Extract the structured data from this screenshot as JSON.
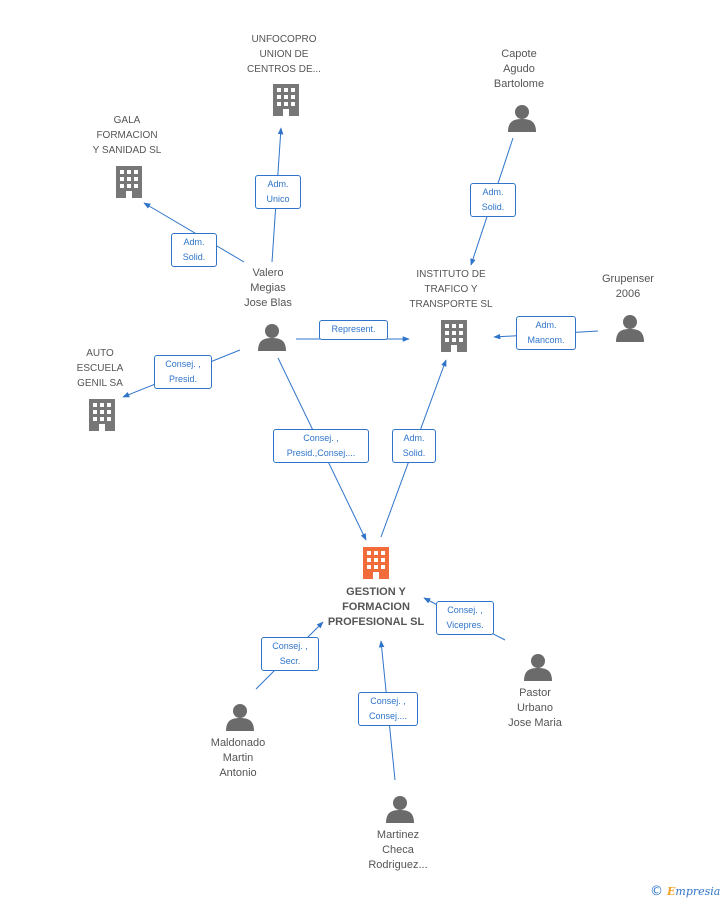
{
  "colors": {
    "edge": "#2f74c9",
    "company": "#777777",
    "main_company": "#f26b3a",
    "person": "#6b6b6b"
  },
  "nodes": {
    "gestion": {
      "label": "GESTION Y\nFORMACION\nPROFESIONAL SL",
      "icon": "building-icon-orange"
    },
    "instituto": {
      "label": "INSTITUTO DE\nTRAFICO Y\nTRANSPORTE SL",
      "icon": "building-icon"
    },
    "unfocopro": {
      "label": "UNFOCOPRO\nUNION DE\nCENTROS DE...",
      "icon": "building-icon"
    },
    "gala": {
      "label": "GALA\nFORMACION\nY SANIDAD SL",
      "icon": "building-icon"
    },
    "auto": {
      "label": "AUTO\nESCUELA\nGENIL SA",
      "icon": "building-icon"
    },
    "valero": {
      "label": "Valero\nMegias\nJose Blas",
      "icon": "person-icon"
    },
    "capote": {
      "label": "Capote\nAgudo\nBartolome",
      "icon": "person-icon"
    },
    "grupenser": {
      "label": "Grupenser\n2006",
      "icon": "person-icon"
    },
    "pastor": {
      "label": "Pastor\nUrbano\nJose Maria",
      "icon": "person-icon"
    },
    "maldonado": {
      "label": "Maldonado\nMartin\nAntonio",
      "icon": "person-icon"
    },
    "martinez": {
      "label": "Martinez\nCheca\nRodriguez...",
      "icon": "person-icon"
    }
  },
  "edges": {
    "valero_unfocopro": "Adm.\nUnico",
    "valero_gala": "Adm.\nSolid.",
    "valero_auto": "Consej. ,\nPresid.",
    "valero_instituto": "Represent.",
    "valero_gestion": "Consej. ,\nPresid.,Consej....",
    "capote_instituto": "Adm.\nSolid.",
    "grupenser_instituto": "Adm.\nMancom.",
    "gestion_instituto": "Adm.\nSolid.",
    "pastor_gestion": "Consej. ,\nVicepres.",
    "maldonado_gestion": "Consej. ,\nSecr.",
    "martinez_gestion": "Consej. ,\nConsej...."
  },
  "footer": {
    "copyright": "©",
    "brand_first": "E",
    "brand_rest": "mpresia"
  }
}
